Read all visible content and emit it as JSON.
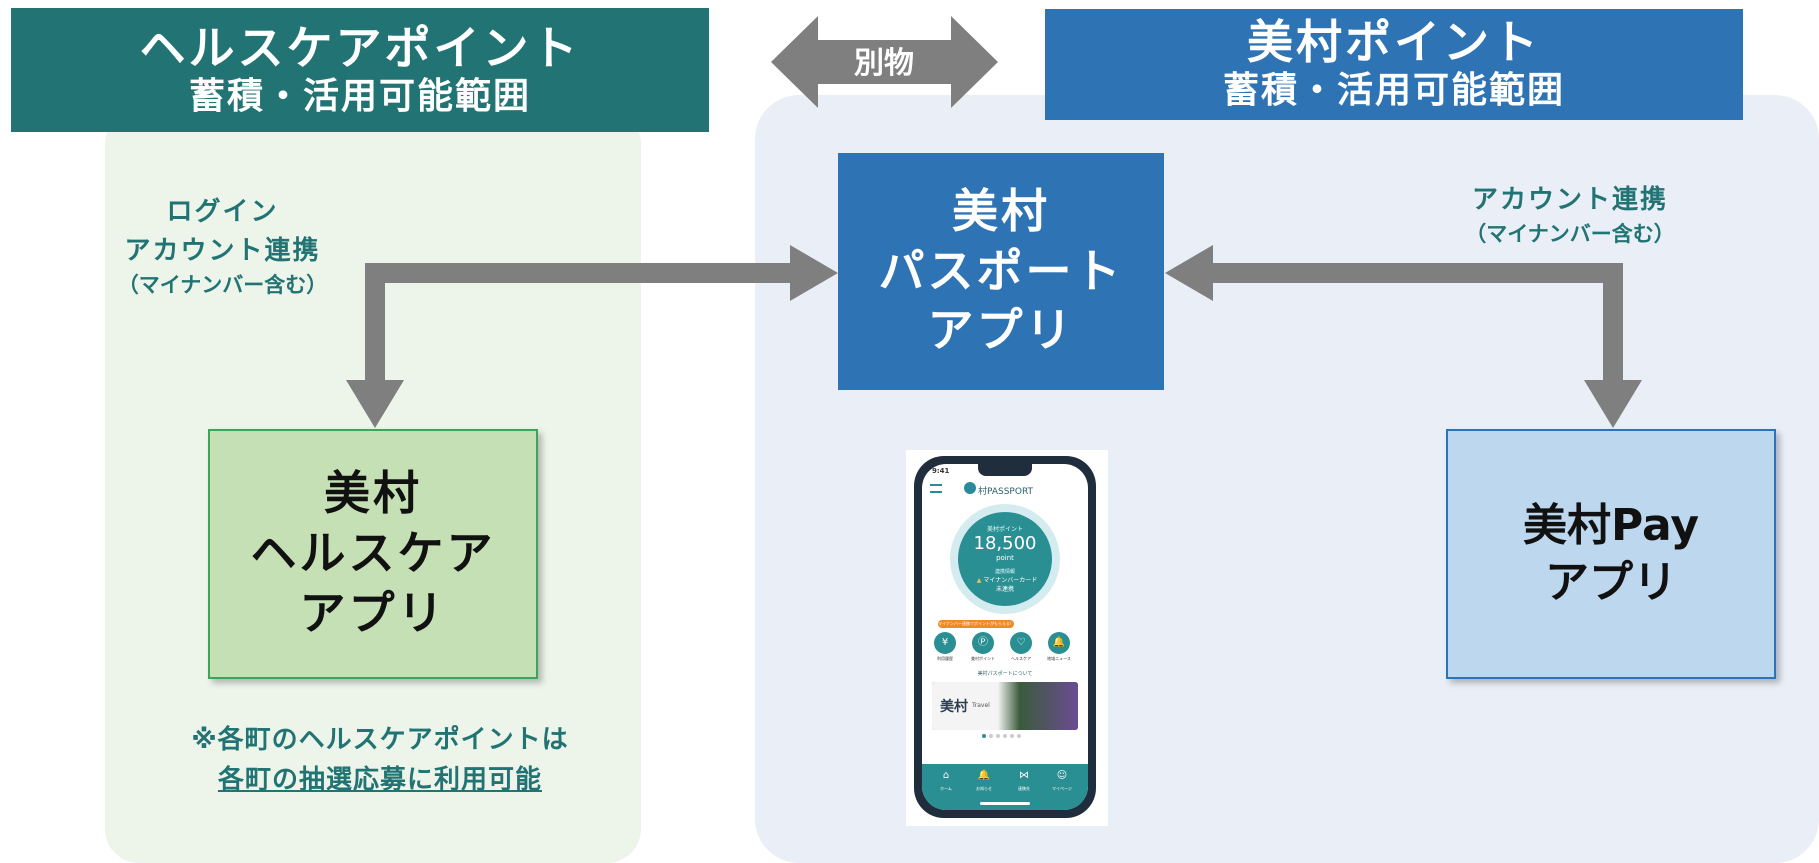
{
  "left_header": {
    "line1": "ヘルスケアポイント",
    "line2": "蓄積・活用可能範囲"
  },
  "right_header": {
    "line1": "美村ポイント",
    "line2": "蓄積・活用可能範囲"
  },
  "separate_label": "別物",
  "left_label": {
    "line1": "ログイン",
    "line2": "アカウント連携",
    "line3": "（マイナンバー含む）"
  },
  "right_label": {
    "line1": "アカウント連携",
    "line2": "（マイナンバー含む）"
  },
  "passport_box": "美村\nパスポート\nアプリ",
  "healthcare_box": "美村\nヘルスケア\nアプリ",
  "pay_box": "美村Pay\nアプリ",
  "note": {
    "line1": "※各町のヘルスケアポイントは",
    "line2": "各町の抽選応募に利用可能"
  },
  "phone": {
    "time": "9:41",
    "app_title": "村PASSPORT",
    "points_caption": "美村ポイント",
    "points": "18,500",
    "points_unit": "point",
    "link_caption": "連携情報",
    "mynumber_status": "マイナンバーカード",
    "mynumber_sub": "未連携",
    "banner_tag": "マイナンバー連携でポイントがもらえる！",
    "icons": [
      "利用履歴",
      "美村ポイント",
      "ヘルスケア",
      "地域ニュース"
    ],
    "about_link": "美村パスポートについて",
    "carousel_title": "美村",
    "carousel_sub": "Travel",
    "tabs": [
      "ホーム",
      "お知らせ",
      "連携先",
      "マイページ"
    ]
  },
  "colors": {
    "teal": "#227474",
    "blue": "#2e74b5",
    "arrow_gray": "#7f7f7f",
    "left_bg": "#edf4ea",
    "right_bg": "#eaeef7"
  }
}
